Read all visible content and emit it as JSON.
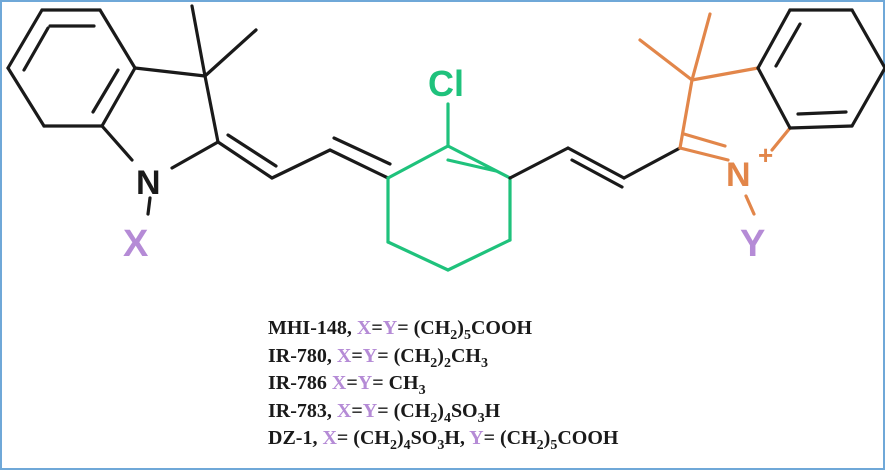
{
  "structure": {
    "atoms": {
      "left_n": "N",
      "left_substituent": "X",
      "chlorine": "Cl",
      "right_n": "N",
      "right_charge": "+",
      "right_substituent": "Y"
    },
    "colors": {
      "bonds": "#1a1a1a",
      "cyclohexene": "#1fc27c",
      "right_indolium": "#e2864a",
      "substituent": "#b58bd6",
      "frame": "#6fa8d8"
    }
  },
  "compounds": [
    {
      "name": "MHI-148,",
      "x": "X",
      "eq1": "=",
      "y": "Y",
      "formula_parts": [
        "= (CH",
        "2",
        ")",
        "5",
        "COOH"
      ]
    },
    {
      "name": "IR-780,",
      "x": "X",
      "eq1": "=",
      "y": "Y",
      "formula_parts": [
        "= (CH",
        "2",
        ")",
        "2",
        "CH",
        "3"
      ]
    },
    {
      "name": "IR-786",
      "x": "X",
      "eq1": "=",
      "y": "Y",
      "formula_parts": [
        "= CH",
        "3"
      ]
    },
    {
      "name": "IR-783,",
      "x": "X",
      "eq1": "=",
      "y": "Y",
      "formula_parts": [
        "= (CH",
        "2",
        ")",
        "4",
        "SO",
        "3",
        "H"
      ]
    },
    {
      "name": "DZ-1,",
      "x": "X",
      "x_formula_parts": [
        "= (CH",
        "2",
        ")",
        "4",
        "SO",
        "3",
        "H,"
      ],
      "y": "Y",
      "y_formula_parts": [
        "= (CH",
        "2",
        ")",
        "5",
        "COOH"
      ]
    }
  ]
}
